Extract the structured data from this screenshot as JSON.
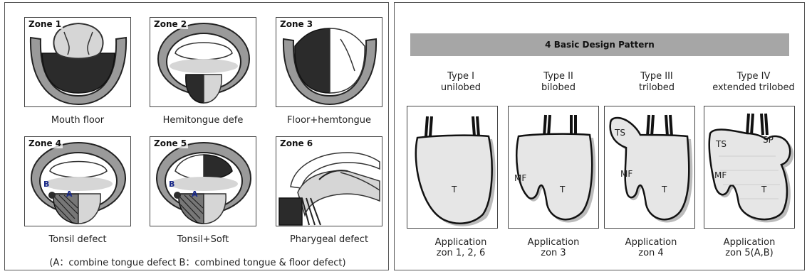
{
  "zones": [
    {
      "label": "Zone 1",
      "caption": "Mouth floor"
    },
    {
      "label": "Zone 2",
      "caption": "Hemitongue defe"
    },
    {
      "label": "Zone 3",
      "caption": "Floor+hemtongue"
    },
    {
      "label": "Zone 4",
      "caption": "Tonsil defect"
    },
    {
      "label": "Zone 5",
      "caption": "Tonsil+Soft"
    },
    {
      "label": "Zone 6",
      "caption": "Pharygeal defect"
    }
  ],
  "marker_a": "A",
  "marker_b": "B",
  "footnote": "(A：combine tongue defect   B：combined tongue & floor defect)",
  "banner": "4 Basic Design Pattern",
  "types": [
    {
      "line1": "Type I",
      "line2": "unilobed",
      "app1": "Application",
      "app2": "zon 1, 2, 6"
    },
    {
      "line1": "Type II",
      "line2": "bilobed",
      "app1": "Application",
      "app2": "zon 3"
    },
    {
      "line1": "Type III",
      "line2": "trilobed",
      "app1": "Application",
      "app2": "zon 4"
    },
    {
      "line1": "Type IV",
      "line2": "extended trilobed",
      "app1": "Application",
      "app2": "zon 5(A,B)"
    }
  ],
  "flap_labels": {
    "t": "T",
    "mf": "MF",
    "ts": "TS",
    "sp": "SP"
  },
  "colors": {
    "defect": "#2b2b2b",
    "tissue": "#d6d6d6",
    "jaw": "#9a9a9a",
    "banner": "#a6a6a6"
  }
}
